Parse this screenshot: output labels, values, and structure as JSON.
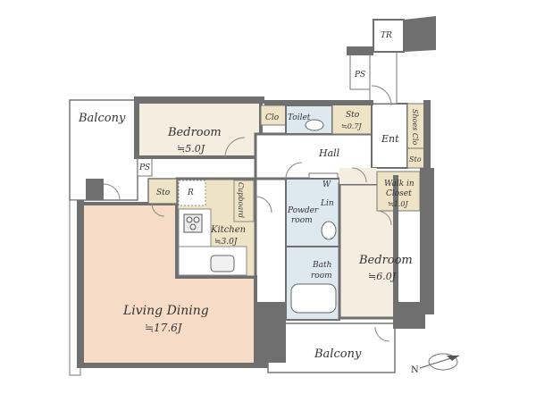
{
  "colors": {
    "wall": "#6f6f6f",
    "floor_wood": "#f6dcc6",
    "floor_tan": "#efe3c6",
    "floor_light": "#f5eddf",
    "floor_wet": "#dde8ef",
    "floor_white": "#ffffff",
    "text": "#333333"
  },
  "rooms": {
    "bedroom_left": {
      "name": "Bedroom",
      "size": "≒5.0J"
    },
    "bedroom_right": {
      "name": "Bedroom",
      "size": "≒6.0J"
    },
    "living": {
      "name": "Living Dining",
      "size": "≒17.6J"
    },
    "kitchen": {
      "name": "Kitchen",
      "size": "≒3.0J"
    },
    "toilet": "Toilet",
    "sto_top": {
      "name": "Sto",
      "size": "≒0.7J"
    },
    "hall": "Hall",
    "ent": "Ent",
    "shoes_clo": "Shoes Clo",
    "sto_ent": "Sto",
    "walk_in": {
      "line1": "Walk in",
      "line2": "Closet",
      "size": "≒1.0J"
    },
    "clo": "Clo",
    "sto_left": "Sto",
    "ps_left": "PS",
    "ps_top": "PS",
    "tr": "TR",
    "r": "R",
    "cupboard": "Cupboard",
    "w": "W",
    "lin": "Lin",
    "powder": {
      "line1": "Powder",
      "line2": "room"
    },
    "bath": {
      "line1": "Bath",
      "line2": "room"
    },
    "balcony_left": "Balcony",
    "balcony_bottom": "Balcony",
    "compass": "N"
  }
}
